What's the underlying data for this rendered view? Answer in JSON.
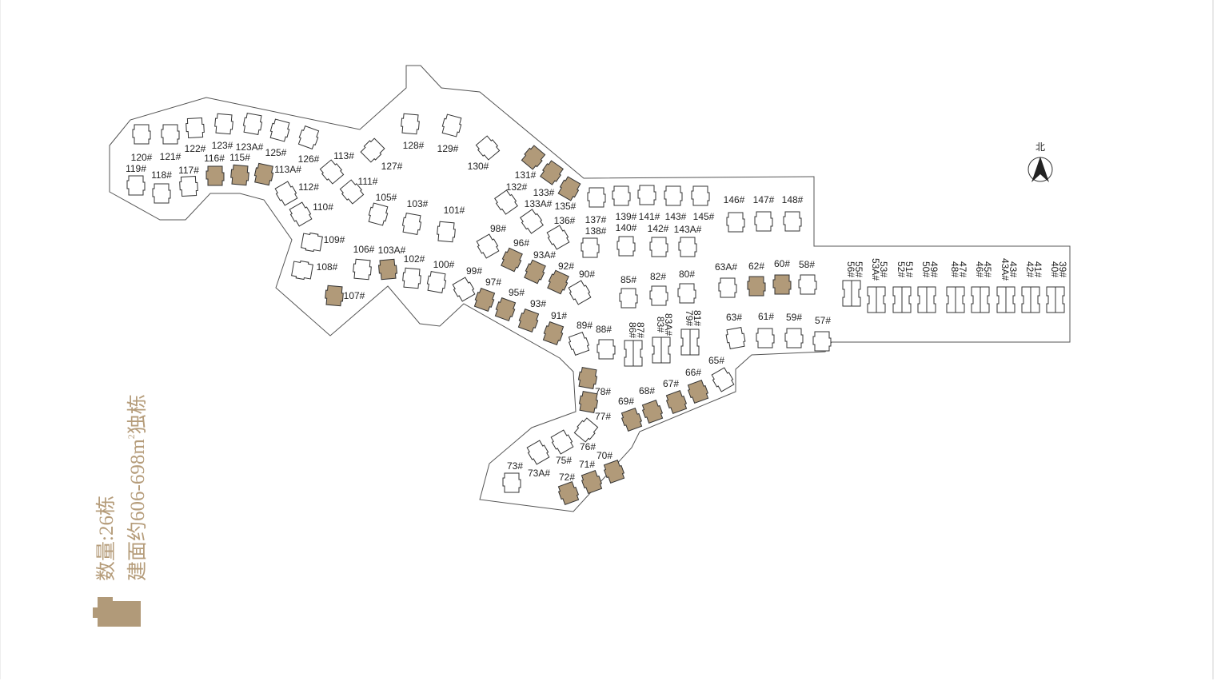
{
  "legend": {
    "count_text": "数量:26栋",
    "area_text_prefix": "建面约606-698m",
    "area_sup": "2",
    "area_text_suffix": "独栋",
    "highlight_color": "#b19a79"
  },
  "north_label": "北",
  "buildings": [
    {
      "label": "120#"
    },
    {
      "label": "121#"
    },
    {
      "label": "122#"
    },
    {
      "label": "123#"
    },
    {
      "label": "123A#"
    },
    {
      "label": "125#"
    },
    {
      "label": "126#"
    },
    {
      "label": "119#"
    },
    {
      "label": "118#"
    },
    {
      "label": "117#"
    },
    {
      "label": "116#",
      "sold": true
    },
    {
      "label": "115#",
      "sold": true
    },
    {
      "label": "113A#",
      "sold": true
    },
    {
      "label": "113#"
    },
    {
      "label": "127#"
    },
    {
      "label": "128#"
    },
    {
      "label": "129#"
    },
    {
      "label": "130#"
    },
    {
      "label": "112#"
    },
    {
      "label": "111#"
    },
    {
      "label": "110#"
    },
    {
      "label": "105#"
    },
    {
      "label": "103#"
    },
    {
      "label": "101#"
    },
    {
      "label": "109#"
    },
    {
      "label": "108#"
    },
    {
      "label": "106#"
    },
    {
      "label": "103A#",
      "sold": true
    },
    {
      "label": "102#"
    },
    {
      "label": "100#"
    },
    {
      "label": "107#",
      "sold": true
    },
    {
      "label": "131#",
      "sold": true
    },
    {
      "label": "132#"
    },
    {
      "label": "133#",
      "sold": true
    },
    {
      "label": "133A#"
    },
    {
      "label": "135#",
      "sold": true
    },
    {
      "label": "136#"
    },
    {
      "label": "98#"
    },
    {
      "label": "96#",
      "sold": true
    },
    {
      "label": "93A#",
      "sold": true
    },
    {
      "label": "92#",
      "sold": true
    },
    {
      "label": "90#"
    },
    {
      "label": "99#"
    },
    {
      "label": "97#",
      "sold": true
    },
    {
      "label": "95#",
      "sold": true
    },
    {
      "label": "93#",
      "sold": true
    },
    {
      "label": "91#",
      "sold": true
    },
    {
      "label": "89#"
    },
    {
      "label": "88#"
    },
    {
      "label": "137#"
    },
    {
      "label": "138#"
    },
    {
      "label": "139#"
    },
    {
      "label": "140#"
    },
    {
      "label": "141#"
    },
    {
      "label": "143#"
    },
    {
      "label": "142#"
    },
    {
      "label": "145#"
    },
    {
      "label": "143A#"
    },
    {
      "label": "146#"
    },
    {
      "label": "147#"
    },
    {
      "label": "148#"
    },
    {
      "label": "85#"
    },
    {
      "label": "82#"
    },
    {
      "label": "80#"
    },
    {
      "label": "63A#"
    },
    {
      "label": "62#",
      "sold": true
    },
    {
      "label": "60#",
      "sold": true
    },
    {
      "label": "58#"
    },
    {
      "label": "63#"
    },
    {
      "label": "61#"
    },
    {
      "label": "59#"
    },
    {
      "label": "57#"
    },
    {
      "label": "65#"
    },
    {
      "label": "66#",
      "sold": true
    },
    {
      "label": "67#",
      "sold": true
    },
    {
      "label": "68#",
      "sold": true
    },
    {
      "label": "69#",
      "sold": true
    },
    {
      "label": "78#",
      "sold": true
    },
    {
      "label": "77#",
      "sold": true
    },
    {
      "label": "76#"
    },
    {
      "label": "75#"
    },
    {
      "label": "73#"
    },
    {
      "label": "73A#"
    },
    {
      "label": "72#",
      "sold": true
    },
    {
      "label": "71#",
      "sold": true
    },
    {
      "label": "70#",
      "sold": true
    }
  ],
  "duplex": [
    {
      "labels": [
        "87#",
        "86#"
      ]
    },
    {
      "labels": [
        "83A#",
        "83#"
      ]
    },
    {
      "labels": [
        "81#",
        "79#"
      ]
    }
  ],
  "townhouses": [
    {
      "labels": [
        "55#",
        "56#"
      ]
    },
    {
      "labels": [
        "53#",
        "53A#"
      ]
    },
    {
      "labels": [
        "51#",
        "52#"
      ]
    },
    {
      "labels": [
        "49#",
        "50#"
      ]
    },
    {
      "labels": [
        "47#",
        "48#"
      ]
    },
    {
      "labels": [
        "45#",
        "46#"
      ]
    },
    {
      "labels": [
        "43#",
        "43A#"
      ]
    },
    {
      "labels": [
        "41#",
        "42#"
      ]
    },
    {
      "labels": [
        "39#",
        "40#"
      ]
    }
  ]
}
